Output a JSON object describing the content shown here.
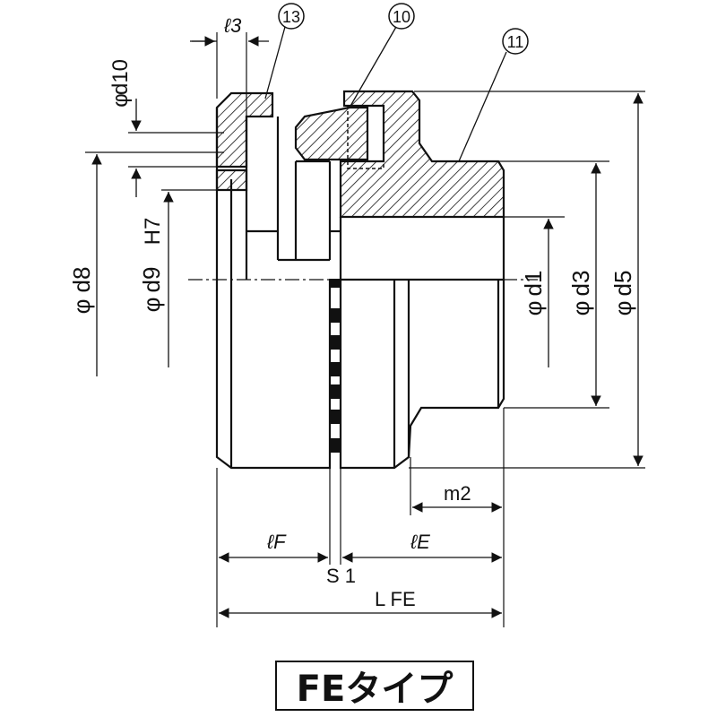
{
  "drawing": {
    "title": "FEタイプ",
    "part_numbers": [
      "13",
      "10",
      "11"
    ],
    "dimensions": {
      "l3": "ℓ3",
      "phi": "φ",
      "d10": "d10",
      "d8": "d8",
      "d9": "d9",
      "h7": "H7",
      "d1": "d1",
      "d3": "d3",
      "d5": "d5",
      "m2": "m2",
      "lF": "ℓF",
      "lE": "ℓE",
      "s1": "S 1",
      "LFE": "L FE"
    }
  }
}
